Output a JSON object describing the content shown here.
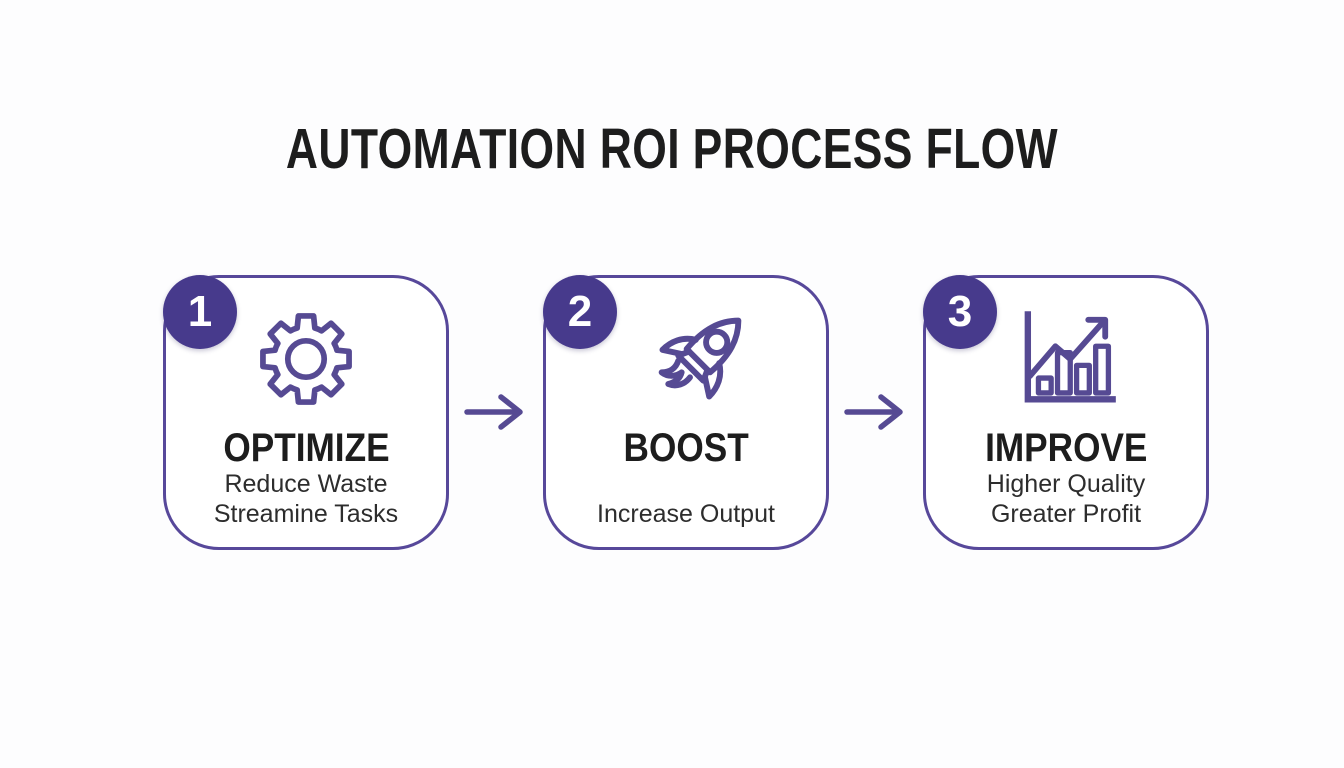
{
  "title": "AUTOMATION ROI PROCESS FLOW",
  "colors": {
    "background": "#fdfdfe",
    "purple": "#57489a",
    "purple_dark": "#473a8c",
    "purple_icon": "#564a93",
    "ink": "#1d1d1d",
    "subtext": "#2d2d2d"
  },
  "steps": [
    {
      "number": "1",
      "icon": "gear-icon",
      "title": "OPTIMIZE",
      "sub": [
        "Reduce Waste",
        "Streamine Tasks"
      ]
    },
    {
      "number": "2",
      "icon": "rocket-icon",
      "title": "BOOST",
      "sub": [
        "Increase Output"
      ]
    },
    {
      "number": "3",
      "icon": "bar-chart-icon",
      "title": "IMPROVE",
      "sub": [
        "Higher Quality",
        "Greater Profit"
      ]
    }
  ],
  "connectors": [
    "arrow-right-icon",
    "arrow-right-icon"
  ]
}
